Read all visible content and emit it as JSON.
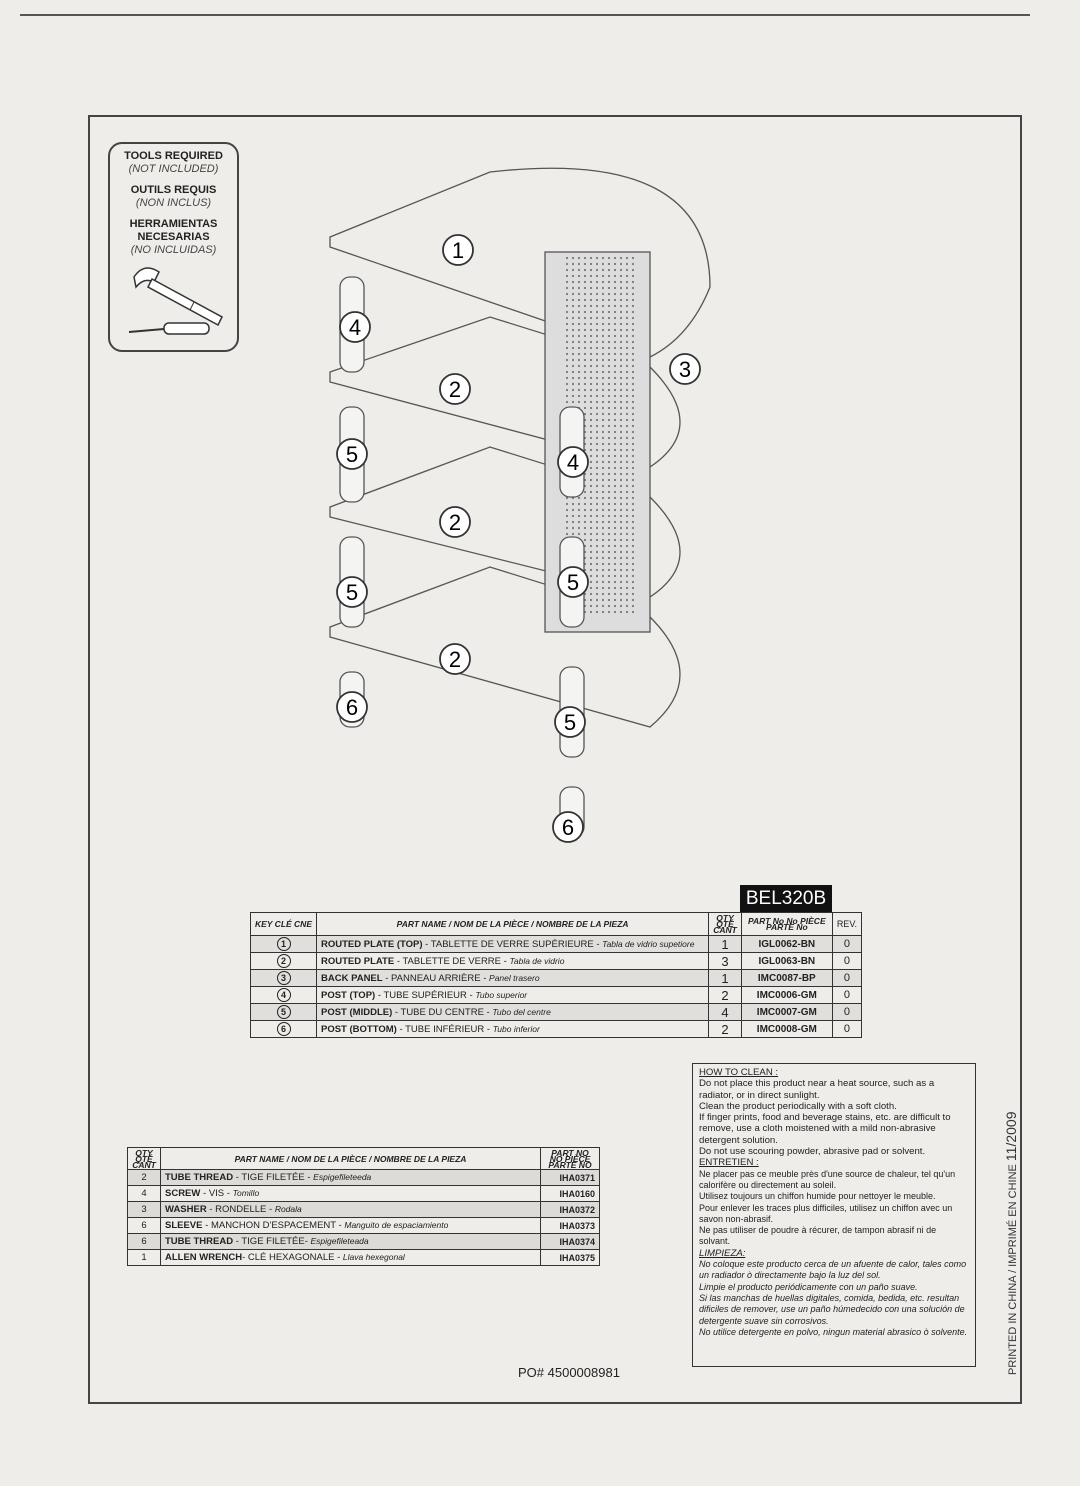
{
  "tools": {
    "lines": [
      {
        "title": "TOOLS REQUIRED",
        "sub": "(NOT INCLUDED)"
      },
      {
        "title": "OUTILS REQUIS",
        "sub": "(NON INCLUS)"
      },
      {
        "title": "HERRAMIENTAS NECESARIAS",
        "sub": "(NO INCLUIDAS)"
      }
    ]
  },
  "diagram": {
    "callouts": [
      "1",
      "4",
      "2",
      "3",
      "5",
      "4",
      "2",
      "5",
      "5",
      "2",
      "6",
      "5",
      "6"
    ]
  },
  "model": "BEL320B",
  "parts": {
    "headers": {
      "key": "KEY CLÉ CNE",
      "name": "PART NAME / NOM DE LA PIÈCE / NOMBRE DE LA PIEZA",
      "qty": "QTY QTÉ CANT",
      "partno": "PART No No PIÈCE PARTE No",
      "rev": "REV."
    },
    "rows": [
      {
        "key": "1",
        "en": "ROUTED PLATE (TOP)",
        "fr": " - TABLETTE DE VERRE SUPÉRIEURE - ",
        "es": "Tabla de vidrio supetiore",
        "qty": "1",
        "partno": "IGL0062-BN",
        "rev": "0"
      },
      {
        "key": "2",
        "en": "ROUTED PLATE",
        "fr": " - TABLETTE DE VERRE - ",
        "es": "Tabla de vidrio",
        "qty": "3",
        "partno": "IGL0063-BN",
        "rev": "0"
      },
      {
        "key": "3",
        "en": "BACK PANEL",
        "fr": " - PANNEAU ARRIÈRE - ",
        "es": "Panel trasero",
        "qty": "1",
        "partno": "IMC0087-BP",
        "rev": "0"
      },
      {
        "key": "4",
        "en": "POST (TOP)",
        "fr": " - TUBE SUPÉRIEUR - ",
        "es": "Tubo superior",
        "qty": "2",
        "partno": "IMC0006-GM",
        "rev": "0"
      },
      {
        "key": "5",
        "en": "POST (MIDDLE)",
        "fr": " - TUBE DU CENTRE - ",
        "es": "Tubo del centre",
        "qty": "4",
        "partno": "IMC0007-GM",
        "rev": "0"
      },
      {
        "key": "6",
        "en": "POST (BOTTOM)",
        "fr": " - TUBE INFÉRIEUR - ",
        "es": "Tubo inferior",
        "qty": "2",
        "partno": "IMC0008-GM",
        "rev": "0"
      }
    ]
  },
  "hardware": {
    "headers": {
      "qty": "QTY QTÉ CANT",
      "name": "PART NAME / NOM DE LA PIÈCE / NOMBRE DE LA PIEZA",
      "partno": "PART NO NO PIÈCE PARTE NO"
    },
    "rows": [
      {
        "qty": "2",
        "en": "TUBE THREAD",
        "fr": " - TIGE FILETÉE - ",
        "es": "Espigefileteeda",
        "partno": "IHA0371"
      },
      {
        "qty": "4",
        "en": "SCREW",
        "fr": " - VIS - ",
        "es": "Tomillo",
        "partno": "IHA0160"
      },
      {
        "qty": "3",
        "en": "WASHER",
        "fr": " - RONDELLE - ",
        "es": "Rodala",
        "partno": "IHA0372"
      },
      {
        "qty": "6",
        "en": "SLEEVE",
        "fr": " - MANCHON D'ESPACEMENT - ",
        "es": "Manguito de espaciamiento",
        "partno": "IHA0373"
      },
      {
        "qty": "6",
        "en": "TUBE THREAD",
        "fr": " - TIGE FILETÉE- ",
        "es": "Espigefileteada",
        "partno": "IHA0374"
      },
      {
        "qty": "1",
        "en": "ALLEN WRENCH",
        "fr": "- CLÉ HEXAGONALE - ",
        "es": "Llava hexegonal",
        "partno": "IHA0375"
      }
    ]
  },
  "clean": {
    "en_title": "HOW TO CLEAN :",
    "en": [
      "Do not place this product near a heat source, such as a radiator, or in direct sunlight.",
      "Clean the product periodically with a soft cloth.",
      "If finger prints, food and beverage stains, etc. are difficult to remove, use a cloth moistened with a mild non-abrasive detergent solution.",
      "Do not use scouring powder, abrasive pad or solvent."
    ],
    "fr_title": "ENTRETIEN :",
    "fr": [
      "Ne placer pas ce meuble près d'une source de chaleur, tel qu'un calorifère ou directement au soleil.",
      "Utilisez toujours un chiffon humide pour nettoyer le meuble.",
      "Pour enlever les traces plus difficiles, utilisez un chiffon avec un savon non-abrasif.",
      "Ne pas utiliser de poudre à récurer, de tampon abrasif ni de solvant."
    ],
    "es_title": "LIMPIEZA:",
    "es": [
      "No coloque este producto cerca de un afuente de calor, tales como un radiador ò directamente bajo la luz del sol.",
      "Limpie el producto periódicamente con un paño suave.",
      "Si las manchas de huellas digitales, comida, bedida, etc. resultan dificiles de remover, use un paño húmedecido con una solución de detergente suave sin corrosivos.",
      "No utilice detergente en polvo, ningun material abrasico ò solvente."
    ]
  },
  "printed": {
    "text": "PRINTED IN CHINA / IMPRIMÉ EN CHINE ",
    "date": "11/2009"
  },
  "po": "PO# 4500008981"
}
